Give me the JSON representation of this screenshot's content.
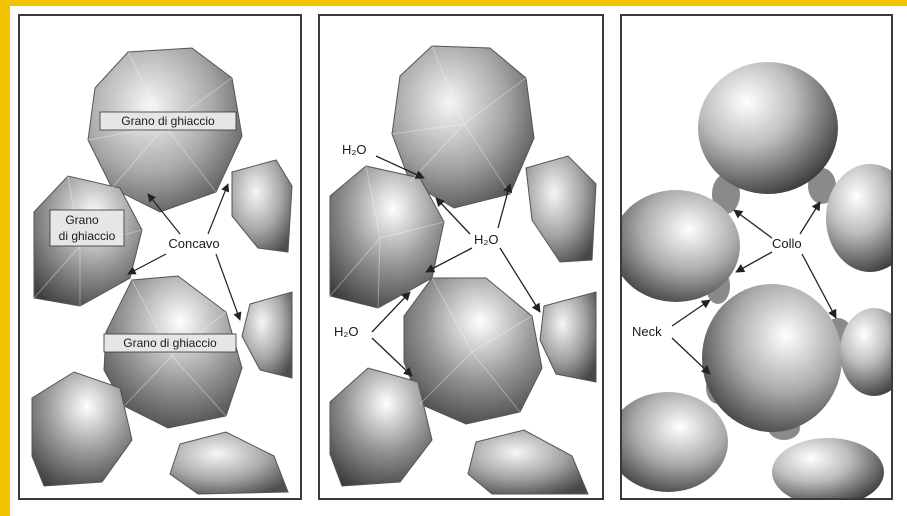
{
  "panel1": {
    "grain_top": "Grano di ghiaccio",
    "grain_left_line1": "Grano",
    "grain_left_line2": "di ghiaccio",
    "concave": "Concavo",
    "grain_bottom": "Grano di ghiaccio"
  },
  "panel2": {
    "h2o_top": "H₂O",
    "h2o_center": "H₂O",
    "h2o_left": "H₂O"
  },
  "panel3": {
    "collo": "Collo",
    "neck": "Neck"
  },
  "colors": {
    "frame_accent": "#f2c300",
    "panel_border": "#3a3a3a",
    "grain_light": "#f4f4f4",
    "grain_dark": "#5a5a5a"
  }
}
